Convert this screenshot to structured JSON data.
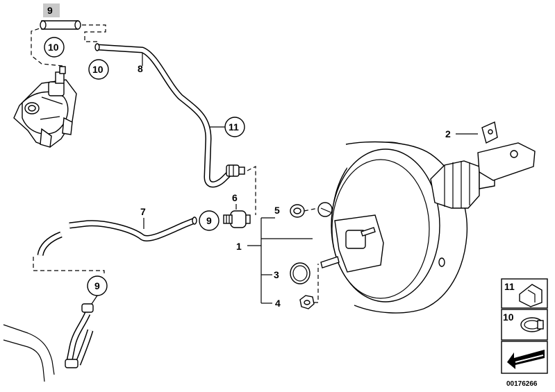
{
  "labels": {
    "p1": "1",
    "p2": "2",
    "p3": "3",
    "p4": "4",
    "p5": "5",
    "p6": "6",
    "p7": "7",
    "p8": "8",
    "p9_top": "9",
    "p9_mid": "9",
    "p9_bot": "9",
    "p10_a": "10",
    "p10_b": "10",
    "p11": "11"
  },
  "legend": {
    "items": [
      {
        "number": "11",
        "icon": "clip-icon"
      },
      {
        "number": "10",
        "icon": "hose-clamp-icon"
      },
      {
        "number": "",
        "icon": "arrow-left-icon"
      }
    ]
  },
  "diagram_id": "00176266"
}
